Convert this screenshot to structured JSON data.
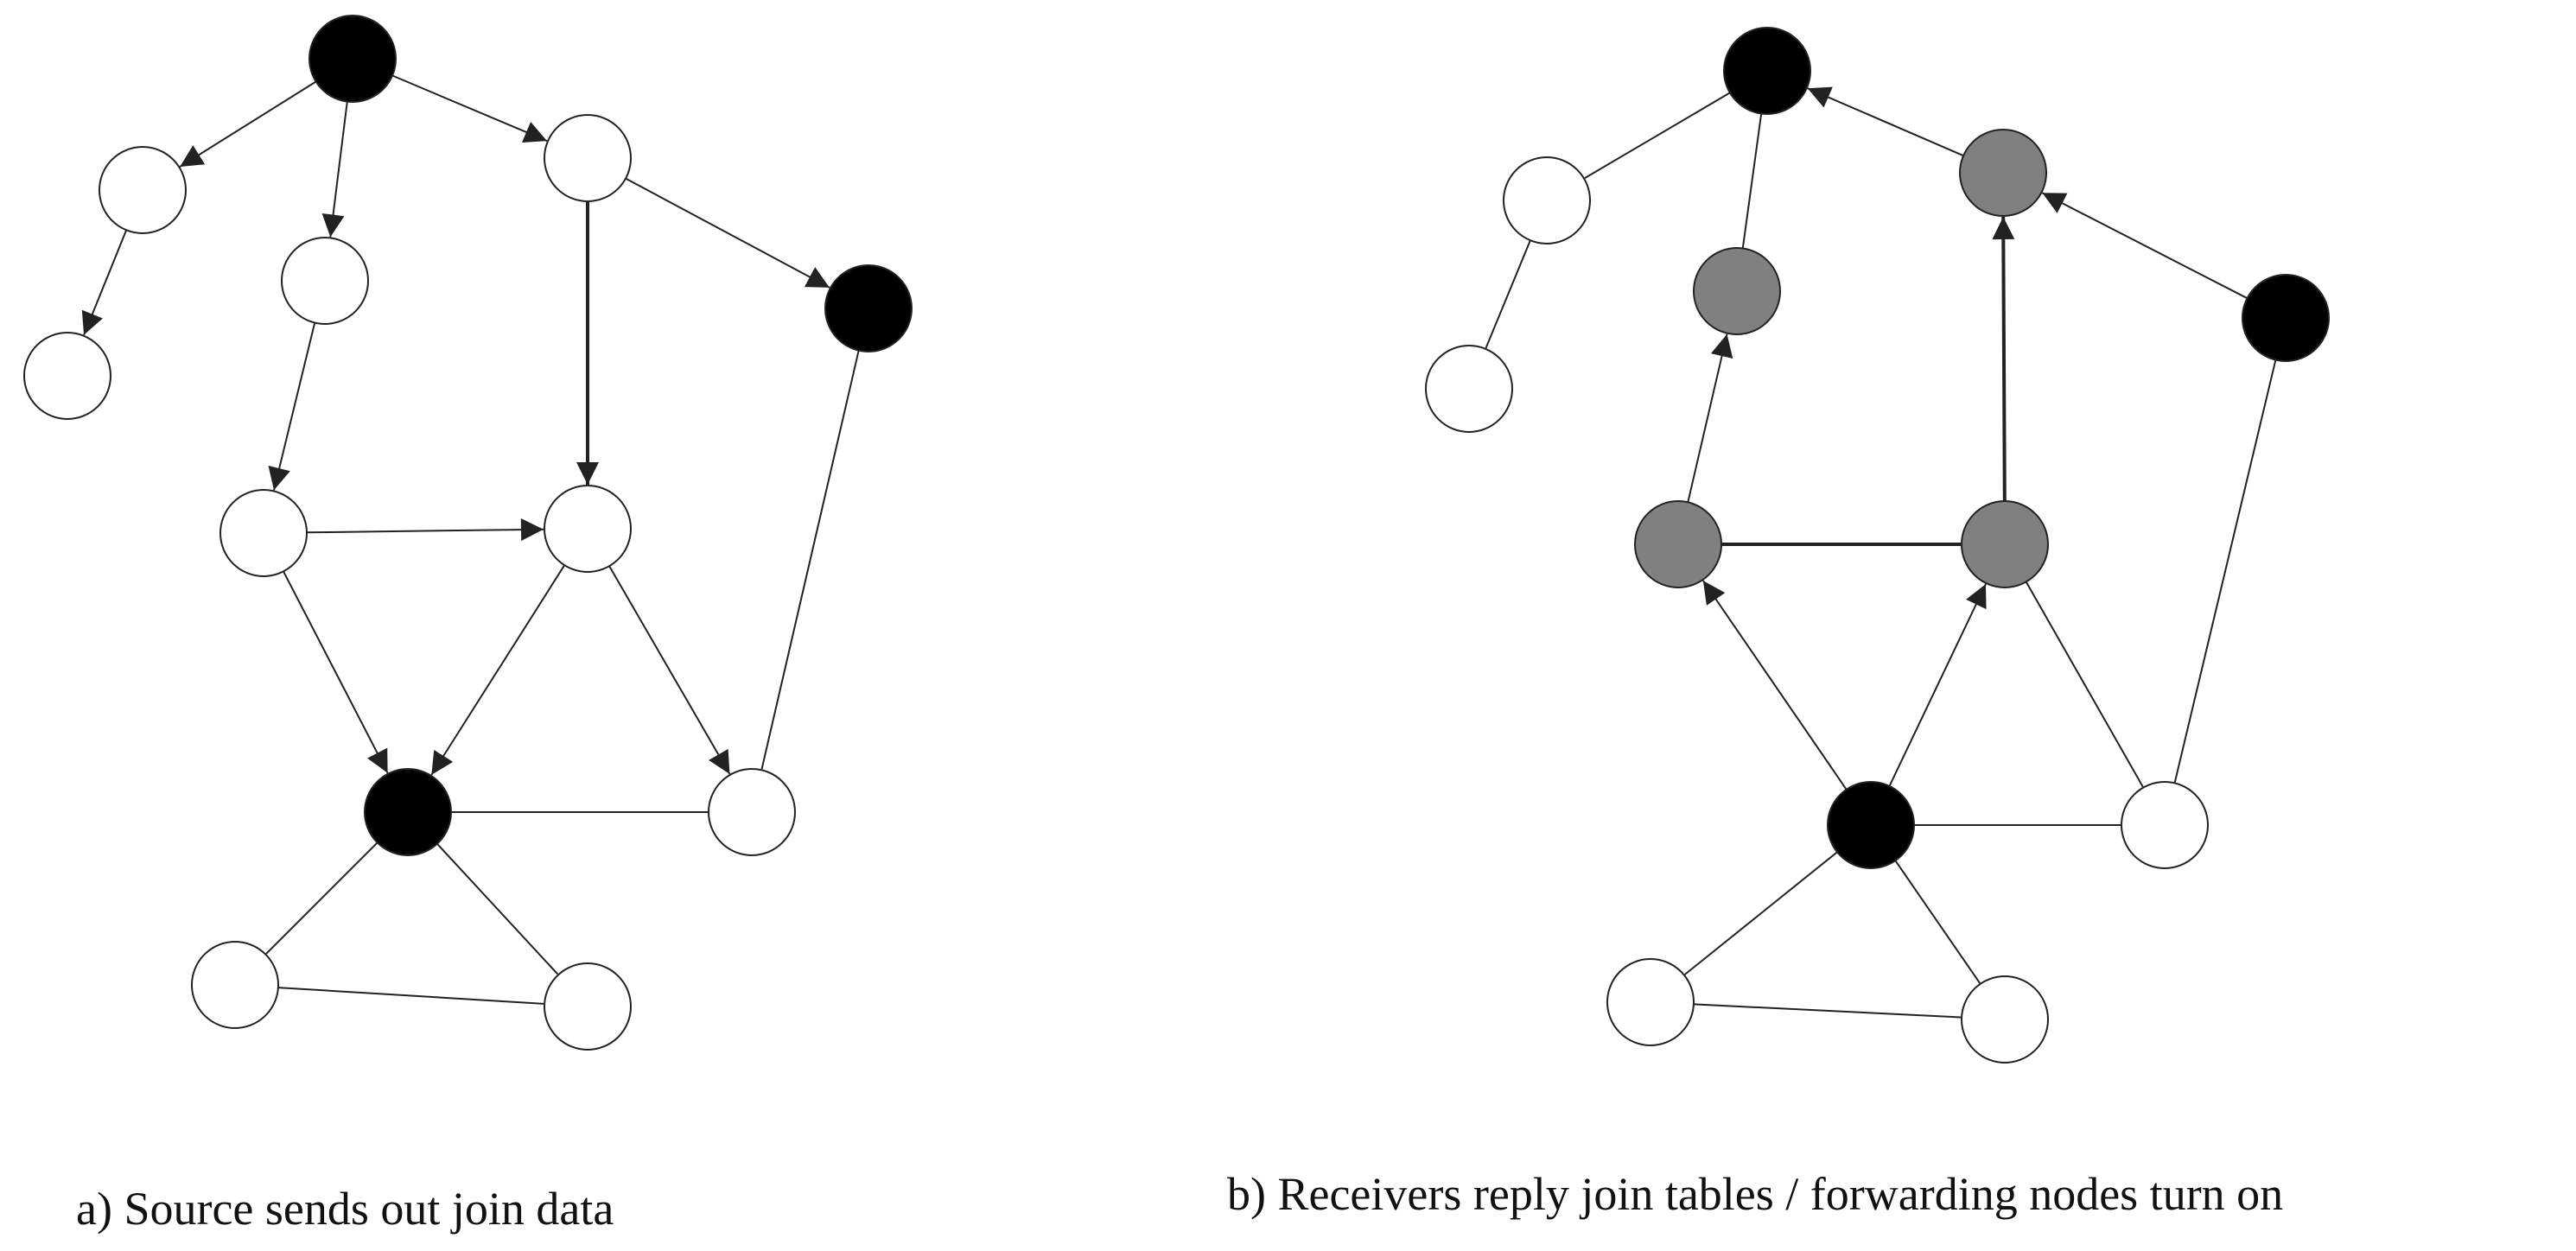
{
  "colors": {
    "background": "#ffffff",
    "stroke": "#222222",
    "source_node": "#000000",
    "forwarding_node": "#808080",
    "plain_node": "#ffffff"
  },
  "panels": [
    {
      "id": "a",
      "caption": "a) Source sends out join data",
      "nodes": [
        {
          "id": "a1",
          "role": "source"
        },
        {
          "id": "a2",
          "role": "plain"
        },
        {
          "id": "a3",
          "role": "plain"
        },
        {
          "id": "a4",
          "role": "plain"
        },
        {
          "id": "a5",
          "role": "plain"
        },
        {
          "id": "a6",
          "role": "receiver"
        },
        {
          "id": "a7",
          "role": "plain"
        },
        {
          "id": "a8",
          "role": "plain"
        },
        {
          "id": "a9",
          "role": "receiver"
        },
        {
          "id": "a10",
          "role": "plain"
        },
        {
          "id": "a11",
          "role": "plain"
        },
        {
          "id": "a12",
          "role": "plain"
        }
      ],
      "edges": [
        {
          "from": "a1",
          "to": "a2",
          "arrow": true
        },
        {
          "from": "a1",
          "to": "a4",
          "arrow": true
        },
        {
          "from": "a1",
          "to": "a5",
          "arrow": true
        },
        {
          "from": "a2",
          "to": "a3",
          "arrow": true
        },
        {
          "from": "a4",
          "to": "a7",
          "arrow": true
        },
        {
          "from": "a5",
          "to": "a6",
          "arrow": true
        },
        {
          "from": "a5",
          "to": "a8",
          "arrow": true,
          "bold": true
        },
        {
          "from": "a7",
          "to": "a8",
          "arrow": true
        },
        {
          "from": "a7",
          "to": "a9",
          "arrow": true
        },
        {
          "from": "a8",
          "to": "a9",
          "arrow": true
        },
        {
          "from": "a8",
          "to": "a10",
          "arrow": true
        },
        {
          "from": "a6",
          "to": "a10",
          "arrow": false
        },
        {
          "from": "a9",
          "to": "a10",
          "arrow": false
        },
        {
          "from": "a9",
          "to": "a11",
          "arrow": false
        },
        {
          "from": "a9",
          "to": "a12",
          "arrow": false
        },
        {
          "from": "a11",
          "to": "a12",
          "arrow": false
        }
      ]
    },
    {
      "id": "b",
      "caption": "b) Receivers reply join tables / forwarding nodes turn on",
      "nodes": [
        {
          "id": "b1",
          "role": "source"
        },
        {
          "id": "b2",
          "role": "plain"
        },
        {
          "id": "b3",
          "role": "plain"
        },
        {
          "id": "b4",
          "role": "forwarding"
        },
        {
          "id": "b5",
          "role": "forwarding"
        },
        {
          "id": "b6",
          "role": "receiver"
        },
        {
          "id": "b7",
          "role": "forwarding"
        },
        {
          "id": "b8",
          "role": "forwarding"
        },
        {
          "id": "b9",
          "role": "receiver"
        },
        {
          "id": "b10",
          "role": "plain"
        },
        {
          "id": "b11",
          "role": "plain"
        },
        {
          "id": "b12",
          "role": "plain"
        }
      ],
      "edges": [
        {
          "from": "b5",
          "to": "b1",
          "arrow": true
        },
        {
          "from": "b6",
          "to": "b5",
          "arrow": true
        },
        {
          "from": "b8",
          "to": "b5",
          "arrow": true,
          "bold": true
        },
        {
          "from": "b7",
          "to": "b4",
          "arrow": true
        },
        {
          "from": "b9",
          "to": "b7",
          "arrow": true
        },
        {
          "from": "b9",
          "to": "b8",
          "arrow": true
        },
        {
          "from": "b1",
          "to": "b2",
          "arrow": false
        },
        {
          "from": "b1",
          "to": "b4",
          "arrow": false
        },
        {
          "from": "b2",
          "to": "b3",
          "arrow": false
        },
        {
          "from": "b7",
          "to": "b8",
          "arrow": false,
          "bold": true
        },
        {
          "from": "b8",
          "to": "b10",
          "arrow": false
        },
        {
          "from": "b6",
          "to": "b10",
          "arrow": false
        },
        {
          "from": "b9",
          "to": "b10",
          "arrow": false
        },
        {
          "from": "b9",
          "to": "b11",
          "arrow": false
        },
        {
          "from": "b9",
          "to": "b12",
          "arrow": false
        },
        {
          "from": "b11",
          "to": "b12",
          "arrow": false
        }
      ]
    }
  ]
}
